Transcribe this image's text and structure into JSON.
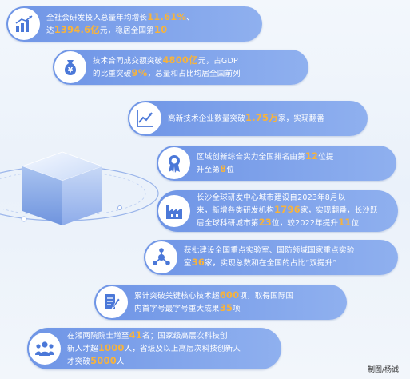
{
  "rows": [
    {
      "icon": "bar-chart-icon",
      "lines": [
        [
          {
            "t": "全社会研发投入总量年均增长"
          },
          {
            "t": "11.61%",
            "h": true
          },
          {
            "t": "、"
          }
        ],
        [
          {
            "t": "达"
          },
          {
            "t": "1394.6亿",
            "h": true
          },
          {
            "t": "元，稳居全国第"
          },
          {
            "t": "10",
            "h": true
          }
        ]
      ]
    },
    {
      "icon": "money-bag-icon",
      "lines": [
        [
          {
            "t": "技术合同成交额突破"
          },
          {
            "t": "4800亿",
            "h": true
          },
          {
            "t": "元，占GDP"
          }
        ],
        [
          {
            "t": "的比重突破"
          },
          {
            "t": "9%",
            "h": true
          },
          {
            "t": "，总量和占比均居全国前列"
          }
        ]
      ]
    },
    {
      "icon": "line-chart-icon",
      "lines": [
        [
          {
            "t": "高新技术企业数量突破"
          },
          {
            "t": "1.75万",
            "h": true
          },
          {
            "t": "家，实现翻番"
          }
        ]
      ]
    },
    {
      "icon": "award-medal-icon",
      "lines": [
        [
          {
            "t": "区域创新综合实力全国排名由第"
          },
          {
            "t": "12",
            "h": true
          },
          {
            "t": "位提"
          }
        ],
        [
          {
            "t": "升至第"
          },
          {
            "t": "8",
            "h": true
          },
          {
            "t": "位"
          }
        ]
      ]
    },
    {
      "icon": "factory-icon",
      "lines": [
        [
          {
            "t": "长沙全球研发中心城市建设自2023年8月以"
          }
        ],
        [
          {
            "t": "来，新增各类研发机构"
          },
          {
            "t": "1796",
            "h": true
          },
          {
            "t": "家，实现翻番，长沙跃"
          }
        ],
        [
          {
            "t": "居全球科研城市第"
          },
          {
            "t": "23",
            "h": true
          },
          {
            "t": "位，较2022年提升"
          },
          {
            "t": "11",
            "h": true
          },
          {
            "t": "位"
          }
        ]
      ]
    },
    {
      "icon": "molecule-icon",
      "lines": [
        [
          {
            "t": "获批建设全国重点实验室、国防领域国家重点实验"
          }
        ],
        [
          {
            "t": "室"
          },
          {
            "t": "36",
            "h": true
          },
          {
            "t": "家，实现总数和在全国的占比“双提升”"
          }
        ]
      ]
    },
    {
      "icon": "document-pen-icon",
      "lines": [
        [
          {
            "t": "累计突破关键核心技术超"
          },
          {
            "t": "600",
            "h": true
          },
          {
            "t": "项，取得国际国"
          }
        ],
        [
          {
            "t": "内首字号最字号重大成果"
          },
          {
            "t": "35",
            "h": true
          },
          {
            "t": "项"
          }
        ]
      ]
    },
    {
      "icon": "talent-people-icon",
      "lines": [
        [
          {
            "t": "在湘两院院士增至"
          },
          {
            "t": "41",
            "h": true
          },
          {
            "t": "名；国家级高层次科技创"
          }
        ],
        [
          {
            "t": "新人才超"
          },
          {
            "t": "1000",
            "h": true
          },
          {
            "t": "人，省级及以上高层次科技创新人"
          }
        ],
        [
          {
            "t": "才突破"
          },
          {
            "t": "5000",
            "h": true
          },
          {
            "t": "人"
          }
        ]
      ]
    }
  ],
  "credit": "制图/杨诚",
  "colors": {
    "accent": "#f7b33c",
    "bar": "#7a9ee8",
    "icon": "#4b78d8"
  }
}
